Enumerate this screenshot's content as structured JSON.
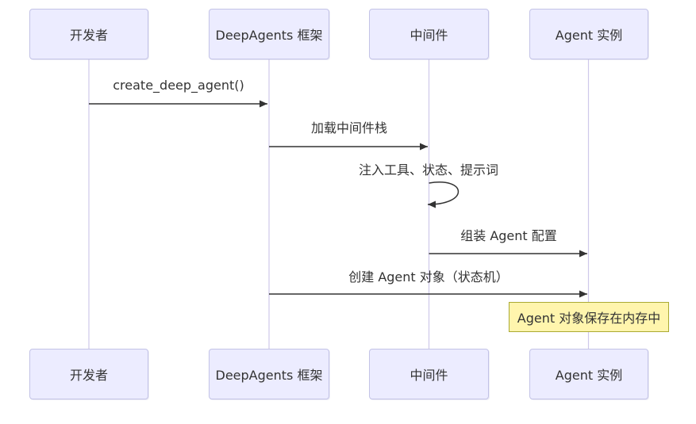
{
  "diagram": {
    "type": "sequence",
    "actors": [
      {
        "id": "developer",
        "label": "开发者"
      },
      {
        "id": "framework",
        "label": "DeepAgents 框架"
      },
      {
        "id": "middleware",
        "label": "中间件"
      },
      {
        "id": "agent",
        "label": "Agent 实例"
      }
    ],
    "messages": [
      {
        "from": "开发者",
        "to": "DeepAgents 框架",
        "label": "create_deep_agent()",
        "self": false
      },
      {
        "from": "DeepAgents 框架",
        "to": "中间件",
        "label": "加载中间件栈",
        "self": false
      },
      {
        "from": "中间件",
        "to": "中间件",
        "label": "注入工具、状态、提示词",
        "self": true
      },
      {
        "from": "中间件",
        "to": "Agent 实例",
        "label": "组装 Agent 配置",
        "self": false
      },
      {
        "from": "DeepAgents 框架",
        "to": "Agent 实例",
        "label": "创建 Agent 对象（状态机）",
        "self": false
      }
    ],
    "note": {
      "over": "Agent 实例",
      "label": "Agent 对象保存在内存中"
    },
    "colors": {
      "actor_fill": "#ECECFF",
      "actor_border": "#C3C3E6",
      "lifeline": "#CFC8EA",
      "arrow": "#333333",
      "note_fill": "#FFF5AD",
      "note_border": "#AAAA33",
      "text": "#333333",
      "background": "#FFFFFF"
    }
  }
}
